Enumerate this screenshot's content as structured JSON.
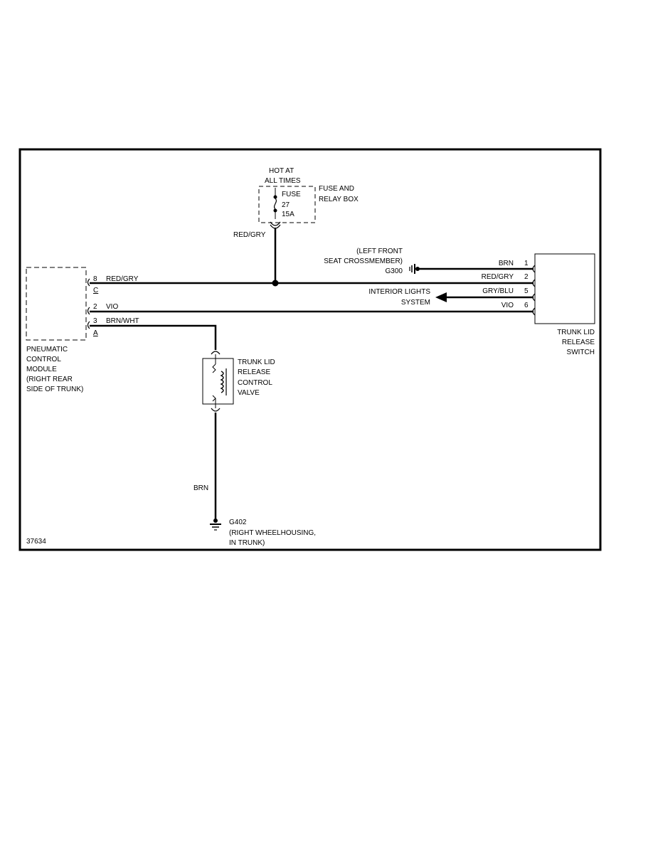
{
  "colors": {
    "background": "#ffffff",
    "ink": "#000000"
  },
  "diagram_id": "37634",
  "power_source": {
    "hot_label_1": "HOT AT",
    "hot_label_2": "ALL TIMES",
    "fuse_label": "FUSE",
    "fuse_number": "27",
    "fuse_rating": "15A",
    "box_label_1": "FUSE AND",
    "box_label_2": "RELAY BOX",
    "feed_wire": "RED/GRY"
  },
  "pneumatic_module": {
    "label_lines": [
      "PNEUMATIC",
      "CONTROL",
      "MODULE",
      "(RIGHT REAR",
      "SIDE OF TRUNK)"
    ],
    "pins": [
      {
        "num": "8",
        "letter": "C",
        "wire": "RED/GRY"
      },
      {
        "num": "2",
        "letter": "",
        "wire": "VIO"
      },
      {
        "num": "3",
        "letter": "A",
        "wire": "BRN/WHT"
      }
    ]
  },
  "release_switch": {
    "label_lines": [
      "TRUNK LID",
      "RELEASE",
      "SWITCH"
    ],
    "pins": [
      {
        "num": "1",
        "wire": "BRN"
      },
      {
        "num": "2",
        "wire": "RED/GRY"
      },
      {
        "num": "5",
        "wire": "GRY/BLU"
      },
      {
        "num": "6",
        "wire": "VIO"
      }
    ]
  },
  "ground_g300": {
    "label_1": "(LEFT FRONT",
    "label_2": "SEAT CROSSMEMBER)",
    "id": "G300"
  },
  "interior_lights": {
    "label_1": "INTERIOR LIGHTS",
    "label_2": "SYSTEM"
  },
  "release_valve": {
    "label_lines": [
      "TRUNK LID",
      "RELEASE",
      "CONTROL",
      "VALVE"
    ],
    "ground_wire": "BRN"
  },
  "ground_g402": {
    "id": "G402",
    "label_1": "(RIGHT WHEELHOUSING,",
    "label_2": "IN TRUNK)"
  }
}
